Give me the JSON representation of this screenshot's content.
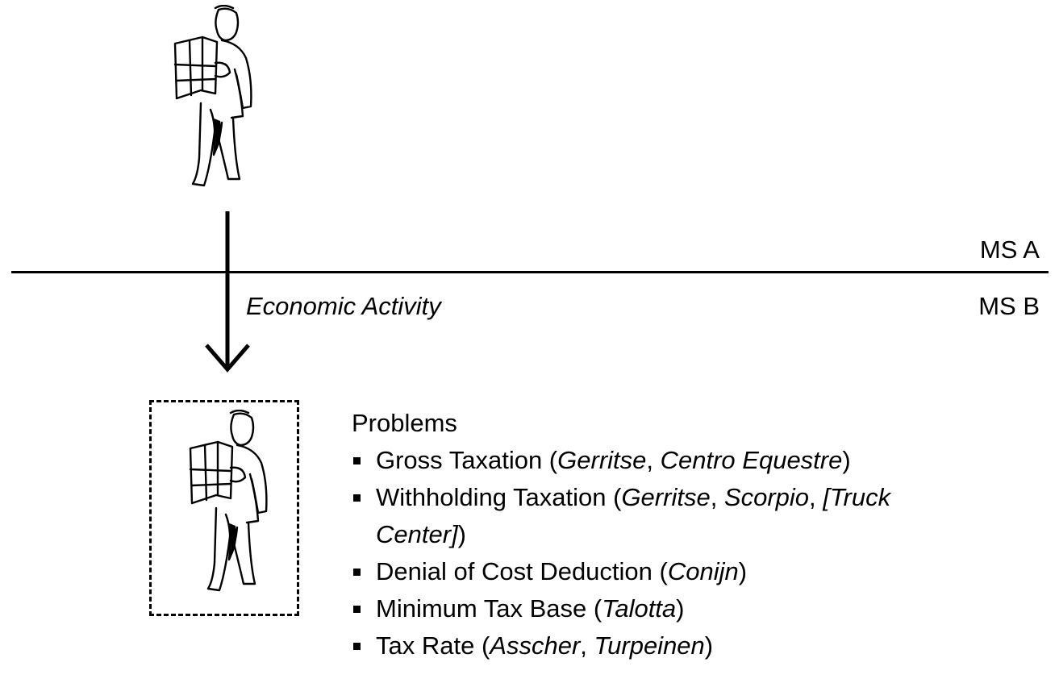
{
  "regions": {
    "top": "MS A",
    "bottom": "MS B"
  },
  "arrow_label": "Economic Activity",
  "figures": {
    "top": "person-reading-map-icon",
    "bottom": "person-reading-map-icon"
  },
  "problems": {
    "title": "Problems",
    "items": [
      {
        "text": "Gross Taxation (",
        "cases": [
          "Gerritse",
          ", ",
          "Centro Equestre"
        ],
        "close": ")"
      },
      {
        "text": "Withholding Taxation (",
        "cases": [
          "Gerritse",
          ", ",
          "Scorpio",
          ", ",
          "[Truck"
        ],
        "cont_case": "Center]",
        "close": ")"
      },
      {
        "text": "Denial of Cost Deduction (",
        "cases": [
          "Conijn"
        ],
        "close": ")"
      },
      {
        "text": "Minimum Tax Base (",
        "cases": [
          "Talotta"
        ],
        "close": ")"
      },
      {
        "text": "Tax Rate (",
        "cases": [
          "Asscher",
          ", ",
          "Turpeinen"
        ],
        "close": ")"
      }
    ]
  }
}
